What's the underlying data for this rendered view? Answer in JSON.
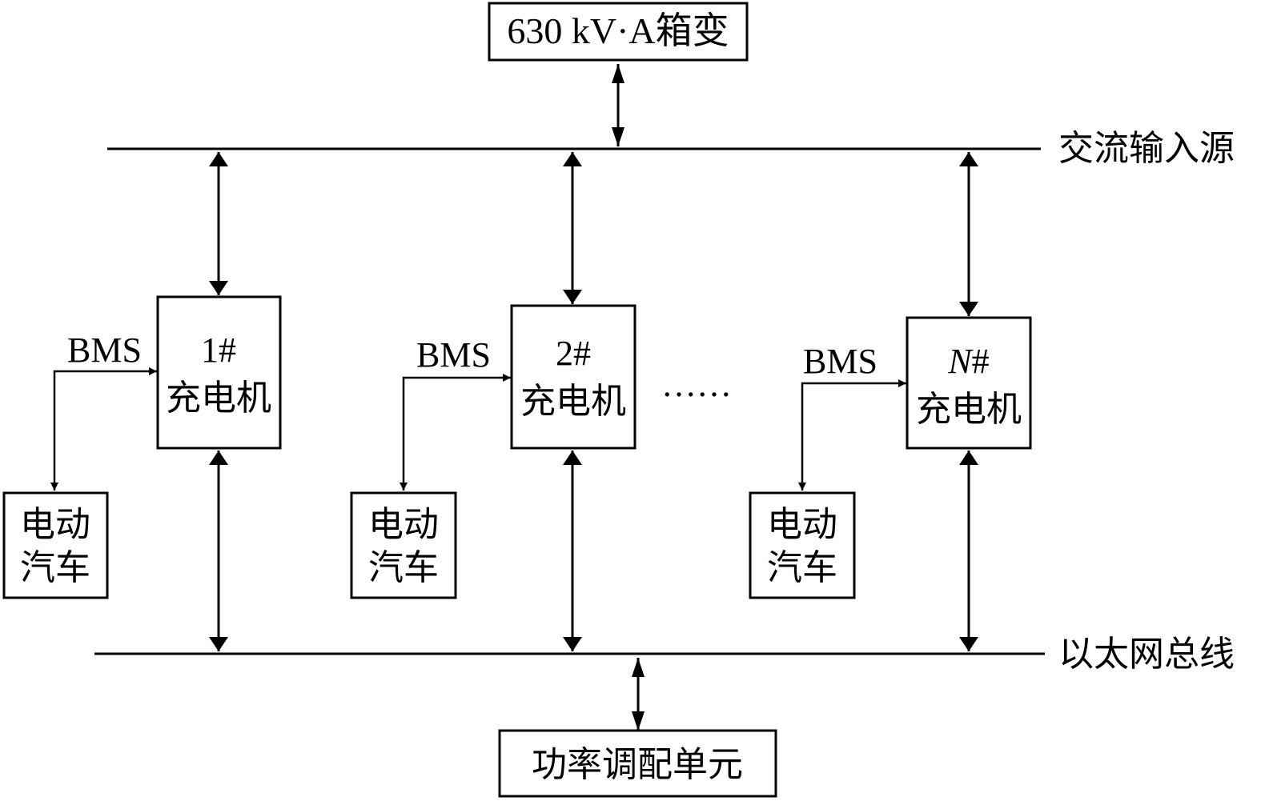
{
  "transformer": {
    "label": "630 kV·A箱变"
  },
  "ac_bus": {
    "label": "交流输入源"
  },
  "ethernet_bus": {
    "label": "以太网总线"
  },
  "power_unit": {
    "label": "功率调配单元"
  },
  "ellipsis": "……",
  "chargers": [
    {
      "num": "1",
      "hash": "#",
      "label": "充电机",
      "bms": "BMS",
      "ev_line1": "电动",
      "ev_line2": "汽车"
    },
    {
      "num": "2",
      "hash": "#",
      "label": "充电机",
      "bms": "BMS",
      "ev_line1": "电动",
      "ev_line2": "汽车"
    },
    {
      "num": "N",
      "hash": "#",
      "label": "充电机",
      "bms": "BMS",
      "ev_line1": "电动",
      "ev_line2": "汽车"
    }
  ]
}
